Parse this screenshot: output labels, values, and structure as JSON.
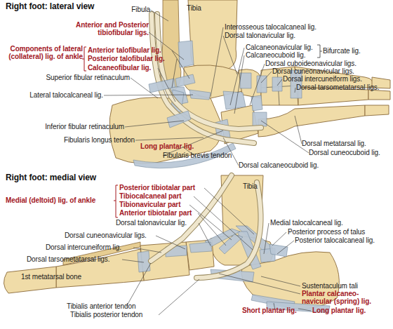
{
  "diagram": {
    "labels": [
      "Right foot: lateral view",
      "Fibula",
      "Tibia",
      "Anterior and Posterior tibiofibular ligs.",
      "Components of lateral (collateral) lig. of ankle",
      "Anterior talofibular lig.",
      "Posterior talofibular lig.",
      "Calcaneofibular lig.",
      "Superior fibular retinaculum",
      "Lateral talocalcaneal lig.",
      "Inferior fibular retinaculum",
      "Fibularis longus tendon",
      "Long plantar lig.",
      "Fibularis brevis tendon",
      "Dorsal calcaneocuboid lig.",
      "Dorsal cuneocuboid lig.",
      "Dorsal metatarsal lig.",
      "Interosseous talocalcaneal lig.",
      "Dorsal talonavicular lig.",
      "Calcaneonavicular lig.",
      "Calcaneocuboid lig.",
      "Bifurcate lig.",
      "Dorsal cuboideonavicular ligs.",
      "Dorsal cuneonavicular ligs.",
      "Dorsal intercuneiform ligs.",
      "Dorsal tarsometatarsal ligs.",
      "Right foot: medial view",
      "Tibia",
      "Medial (deltoid) lig. of ankle",
      "Posterior tibiotalar part",
      "Tibiocalcaneal part",
      "Tibionavicular part",
      "Anterior tibiotalar part",
      "Dorsal talonavicular lig.",
      "Medial talocalcaneal lig.",
      "Posterior process of talus",
      "Posterior talocalcaneal lig.",
      "Dorsal cuneonavicular ligs.",
      "Dorsal intercuneiform lig.",
      "Dorsal tarsometatarsal ligs.",
      "1st metatarsal bone",
      "Sustentaculum tali",
      "Plantar calcaneo- navicular (spring) lig.",
      "Short plantar lig.",
      "Long plantar lig.",
      "Tibialis anterior tendon",
      "Tibialis posterior tendon"
    ]
  }
}
